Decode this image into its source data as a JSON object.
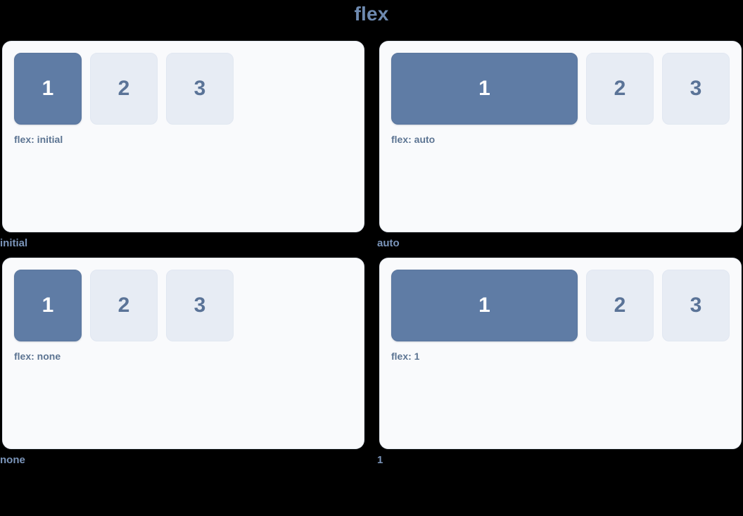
{
  "title": "flex",
  "theme": {
    "background": "#000000",
    "title_color": "#6E8AB0",
    "card_background": "#F9FAFC",
    "card_border": "#E4E9F1",
    "primary_box": "#5F7CA5",
    "primary_box_text": "#FFFFFF",
    "muted_box": "#E7ECF4",
    "muted_box_text": "#5A7397",
    "code_label_color": "#5C7492",
    "caption_color": "#7B95BA"
  },
  "demos": [
    {
      "caption": "initial",
      "code_label": "flex: initial",
      "boxes": [
        "1",
        "2",
        "3"
      ]
    },
    {
      "caption": "auto",
      "code_label": "flex: auto",
      "boxes": [
        "1",
        "2",
        "3"
      ]
    },
    {
      "caption": "none",
      "code_label": "flex: none",
      "boxes": [
        "1",
        "2",
        "3"
      ]
    },
    {
      "caption": "1",
      "code_label": "flex: 1",
      "boxes": [
        "1",
        "2",
        "3"
      ]
    }
  ]
}
